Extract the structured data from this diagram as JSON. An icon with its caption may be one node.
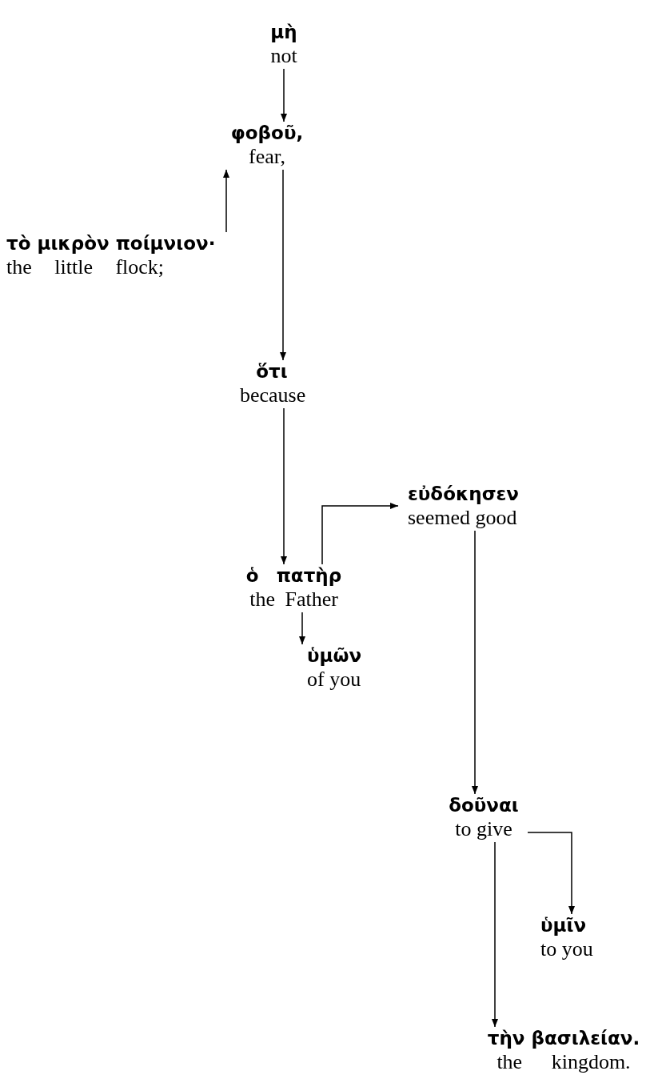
{
  "diagram": {
    "nodes": [
      {
        "text": [
          "μὴ",
          "not"
        ]
      },
      {
        "text": [
          "φοβοῦ,",
          "fear,"
        ]
      },
      {
        "text": [
          "τὸ μικρὸν ποίμνιον·",
          "the little flock;"
        ]
      },
      {
        "text": [
          "ὅτι",
          "because"
        ]
      },
      {
        "text": [
          "ὁ πατὴρ",
          "the Father"
        ]
      },
      {
        "text": [
          "εὐδόκησεν",
          "seemed good"
        ]
      },
      {
        "text": [
          "ὑμῶν",
          "of you"
        ]
      },
      {
        "text": [
          "δοῦναι",
          "to give"
        ]
      },
      {
        "text": [
          "ὑμῖν",
          "to you"
        ]
      },
      {
        "text": [
          "τὴν βασιλείαν.",
          "the kingdom."
        ]
      }
    ],
    "edges": [
      {
        "from": 0,
        "to": 1,
        "arrow": "to"
      },
      {
        "from": 2,
        "to": 1,
        "arrow": "to"
      },
      {
        "from": 1,
        "to": 3,
        "arrow": "to"
      },
      {
        "from": 3,
        "to": 4,
        "arrow": "to"
      },
      {
        "from": 4,
        "to": 5,
        "arrow": "to"
      },
      {
        "from": 4,
        "to": 6,
        "arrow": "to"
      },
      {
        "from": 5,
        "to": 7,
        "arrow": "to"
      },
      {
        "from": 7,
        "to": 8,
        "arrow": "to"
      },
      {
        "from": 7,
        "to": 9,
        "arrow": "to"
      }
    ]
  }
}
